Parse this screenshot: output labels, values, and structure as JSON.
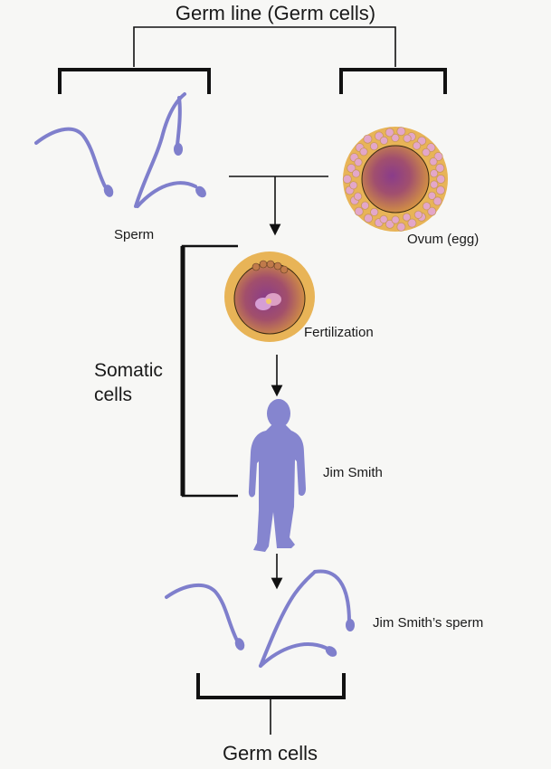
{
  "labels": {
    "top_title": "Germ line (Germ cells)",
    "sperm": "Sperm",
    "ovum": "Ovum (egg)",
    "fertilization": "Fertilization",
    "somatic_line1": "Somatic",
    "somatic_line2": "cells",
    "person": "Jim Smith",
    "person_sperm": "Jim Smith’s sperm",
    "bottom_title": "Germ cells"
  },
  "colors": {
    "sperm": "#7f7fcc",
    "person": "#8585cf",
    "ovum_shell": "#e8b457",
    "ovum_core": "#8a3c8a",
    "granules": "#e3a7c9",
    "lines": "#111111"
  },
  "icons": {
    "person": "person-silhouette-icon",
    "sperm": "sperm-cell-icon",
    "egg": "egg-cell-icon"
  }
}
